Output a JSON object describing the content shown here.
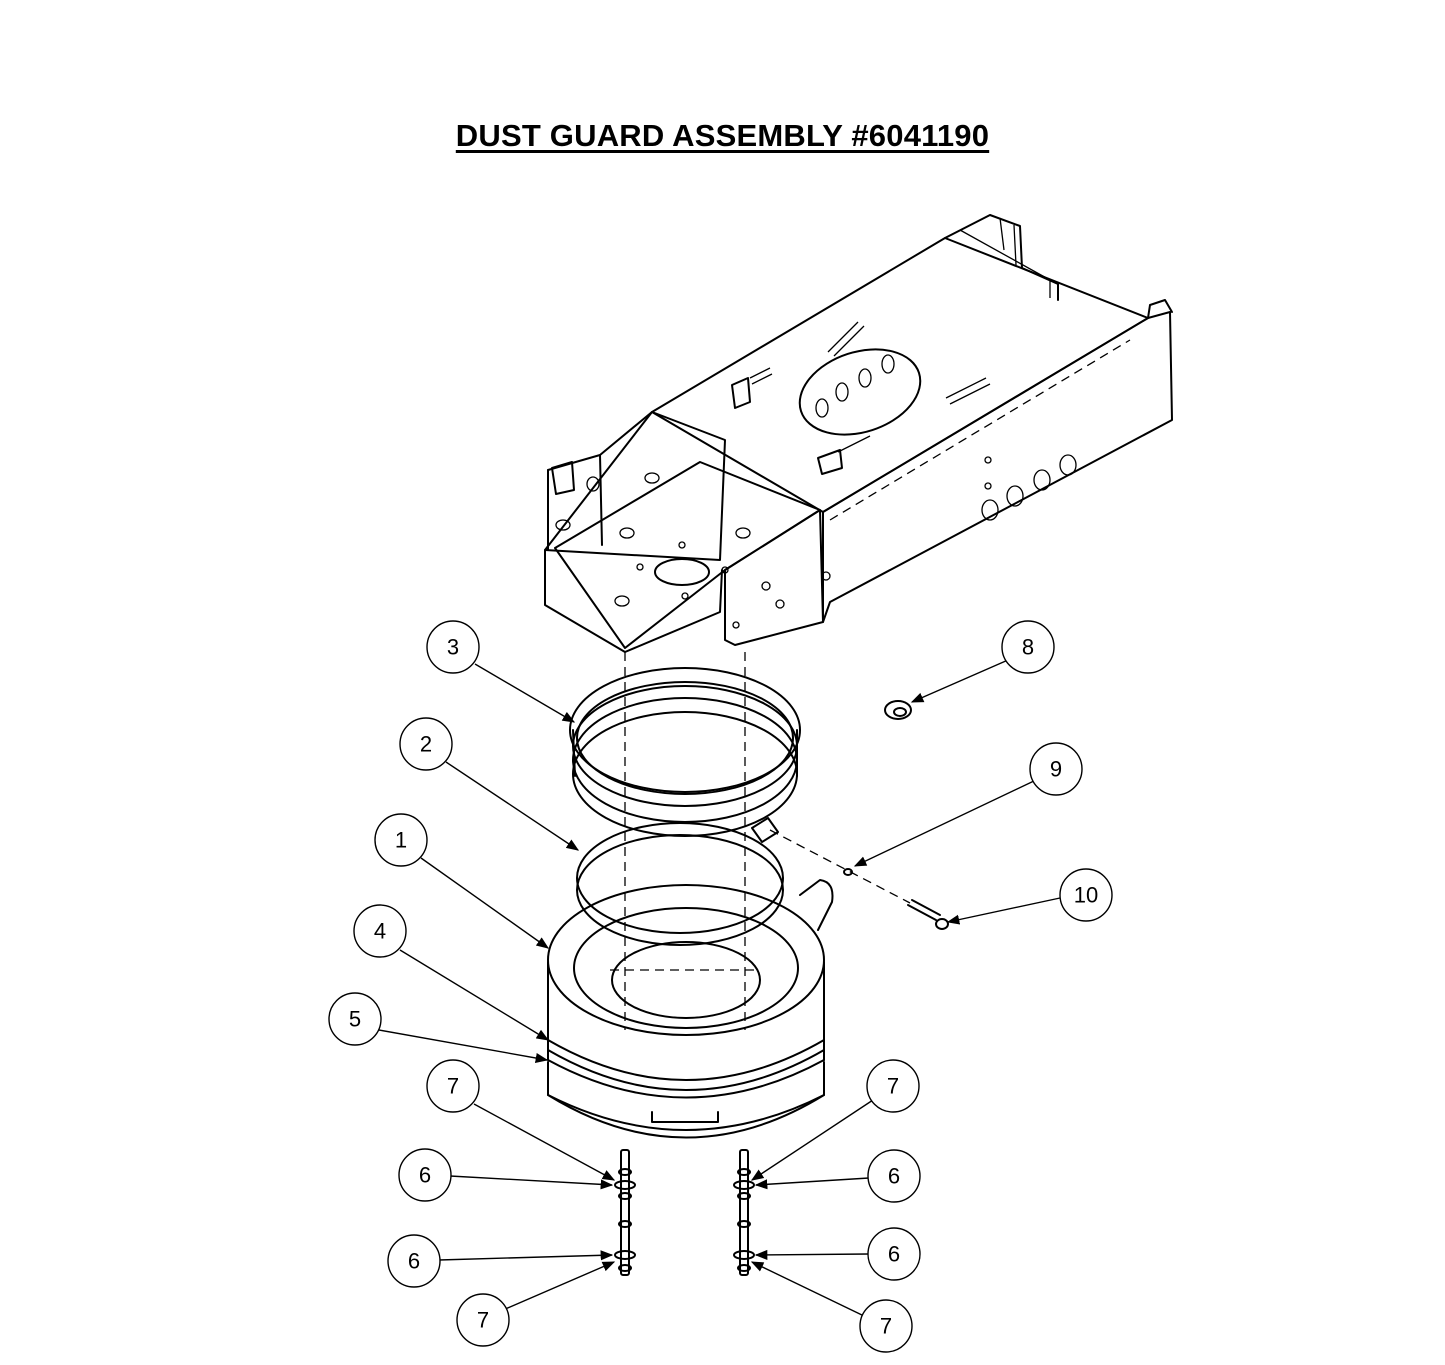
{
  "title": "DUST GUARD ASSEMBLY #6041190",
  "callouts": [
    {
      "id": "c3",
      "label": "3"
    },
    {
      "id": "c2",
      "label": "2"
    },
    {
      "id": "c1",
      "label": "1"
    },
    {
      "id": "c4",
      "label": "4"
    },
    {
      "id": "c5",
      "label": "5"
    },
    {
      "id": "c7a",
      "label": "7"
    },
    {
      "id": "c6a",
      "label": "6"
    },
    {
      "id": "c6b",
      "label": "6"
    },
    {
      "id": "c7b",
      "label": "7"
    },
    {
      "id": "c8",
      "label": "8"
    },
    {
      "id": "c9",
      "label": "9"
    },
    {
      "id": "c10",
      "label": "10"
    },
    {
      "id": "c7c",
      "label": "7"
    },
    {
      "id": "c6c",
      "label": "6"
    },
    {
      "id": "c6d",
      "label": "6"
    },
    {
      "id": "c7d",
      "label": "7"
    }
  ]
}
